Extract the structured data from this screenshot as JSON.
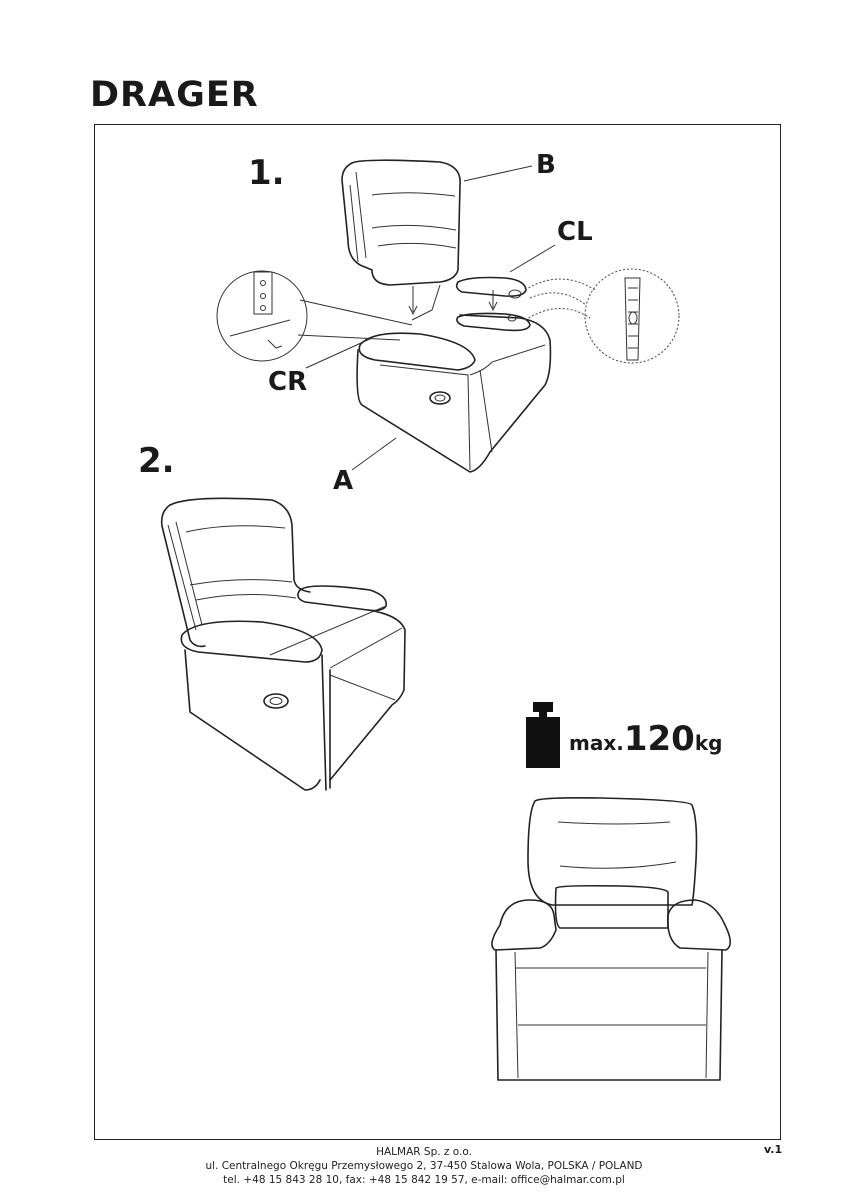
{
  "document": {
    "title": "DRAGER",
    "steps": [
      {
        "number": "1.",
        "labels": {
          "back": "B",
          "left_arm": "CL",
          "right_arm": "CR",
          "base": "A"
        }
      },
      {
        "number": "2."
      }
    ],
    "weight_limit": {
      "prefix": "max.",
      "value": "120",
      "unit": "kg"
    },
    "footer": {
      "company": "HALMAR Sp. z o.o.",
      "address": "ul. Centralnego Okręgu Przemysłowego 2, 37-450 Stalowa Wola, POLSKA / POLAND",
      "contact": "tel. +48 15 843 28 10, fax: +48 15 842 19 57, e-mail: office@halmar.com.pl",
      "version": "v.1"
    }
  }
}
